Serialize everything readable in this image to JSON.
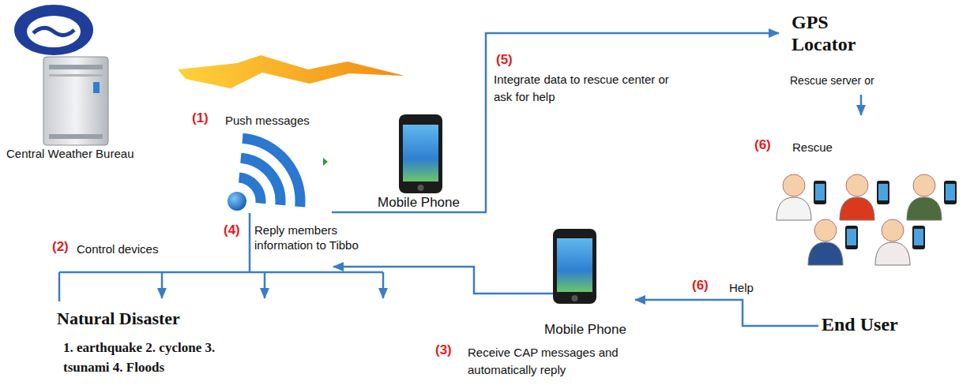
{
  "diagram": {
    "nodes": [
      {
        "text": [
          "Central Weather Bureau"
        ]
      },
      {
        "text": [
          "Mobile Phone"
        ]
      },
      {
        "text": [
          "GPS Locator",
          "Rescue server or"
        ]
      },
      {
        "text": [
          "Natural Disaster",
          "1. earthquake 2. cyclone 3. tsunami 4. Floods"
        ]
      },
      {
        "text": [
          "Mobile Phone"
        ]
      },
      {
        "text": [
          "End User"
        ]
      }
    ],
    "edges": [
      {
        "from": 1,
        "to": 2,
        "arrow": "to"
      },
      {
        "from": 5,
        "to": 4,
        "arrow": "to"
      }
    ],
    "labels": [
      "(1)",
      "Push messages",
      "(5)",
      "Integrate data to rescue center or ask for help",
      "(6)",
      "Rescue",
      "(2)",
      "Control devices",
      "(4)",
      "Reply members information to Tibbo",
      "(6)",
      "Help",
      "(3)",
      "Receive CAP messages and automatically reply"
    ]
  }
}
